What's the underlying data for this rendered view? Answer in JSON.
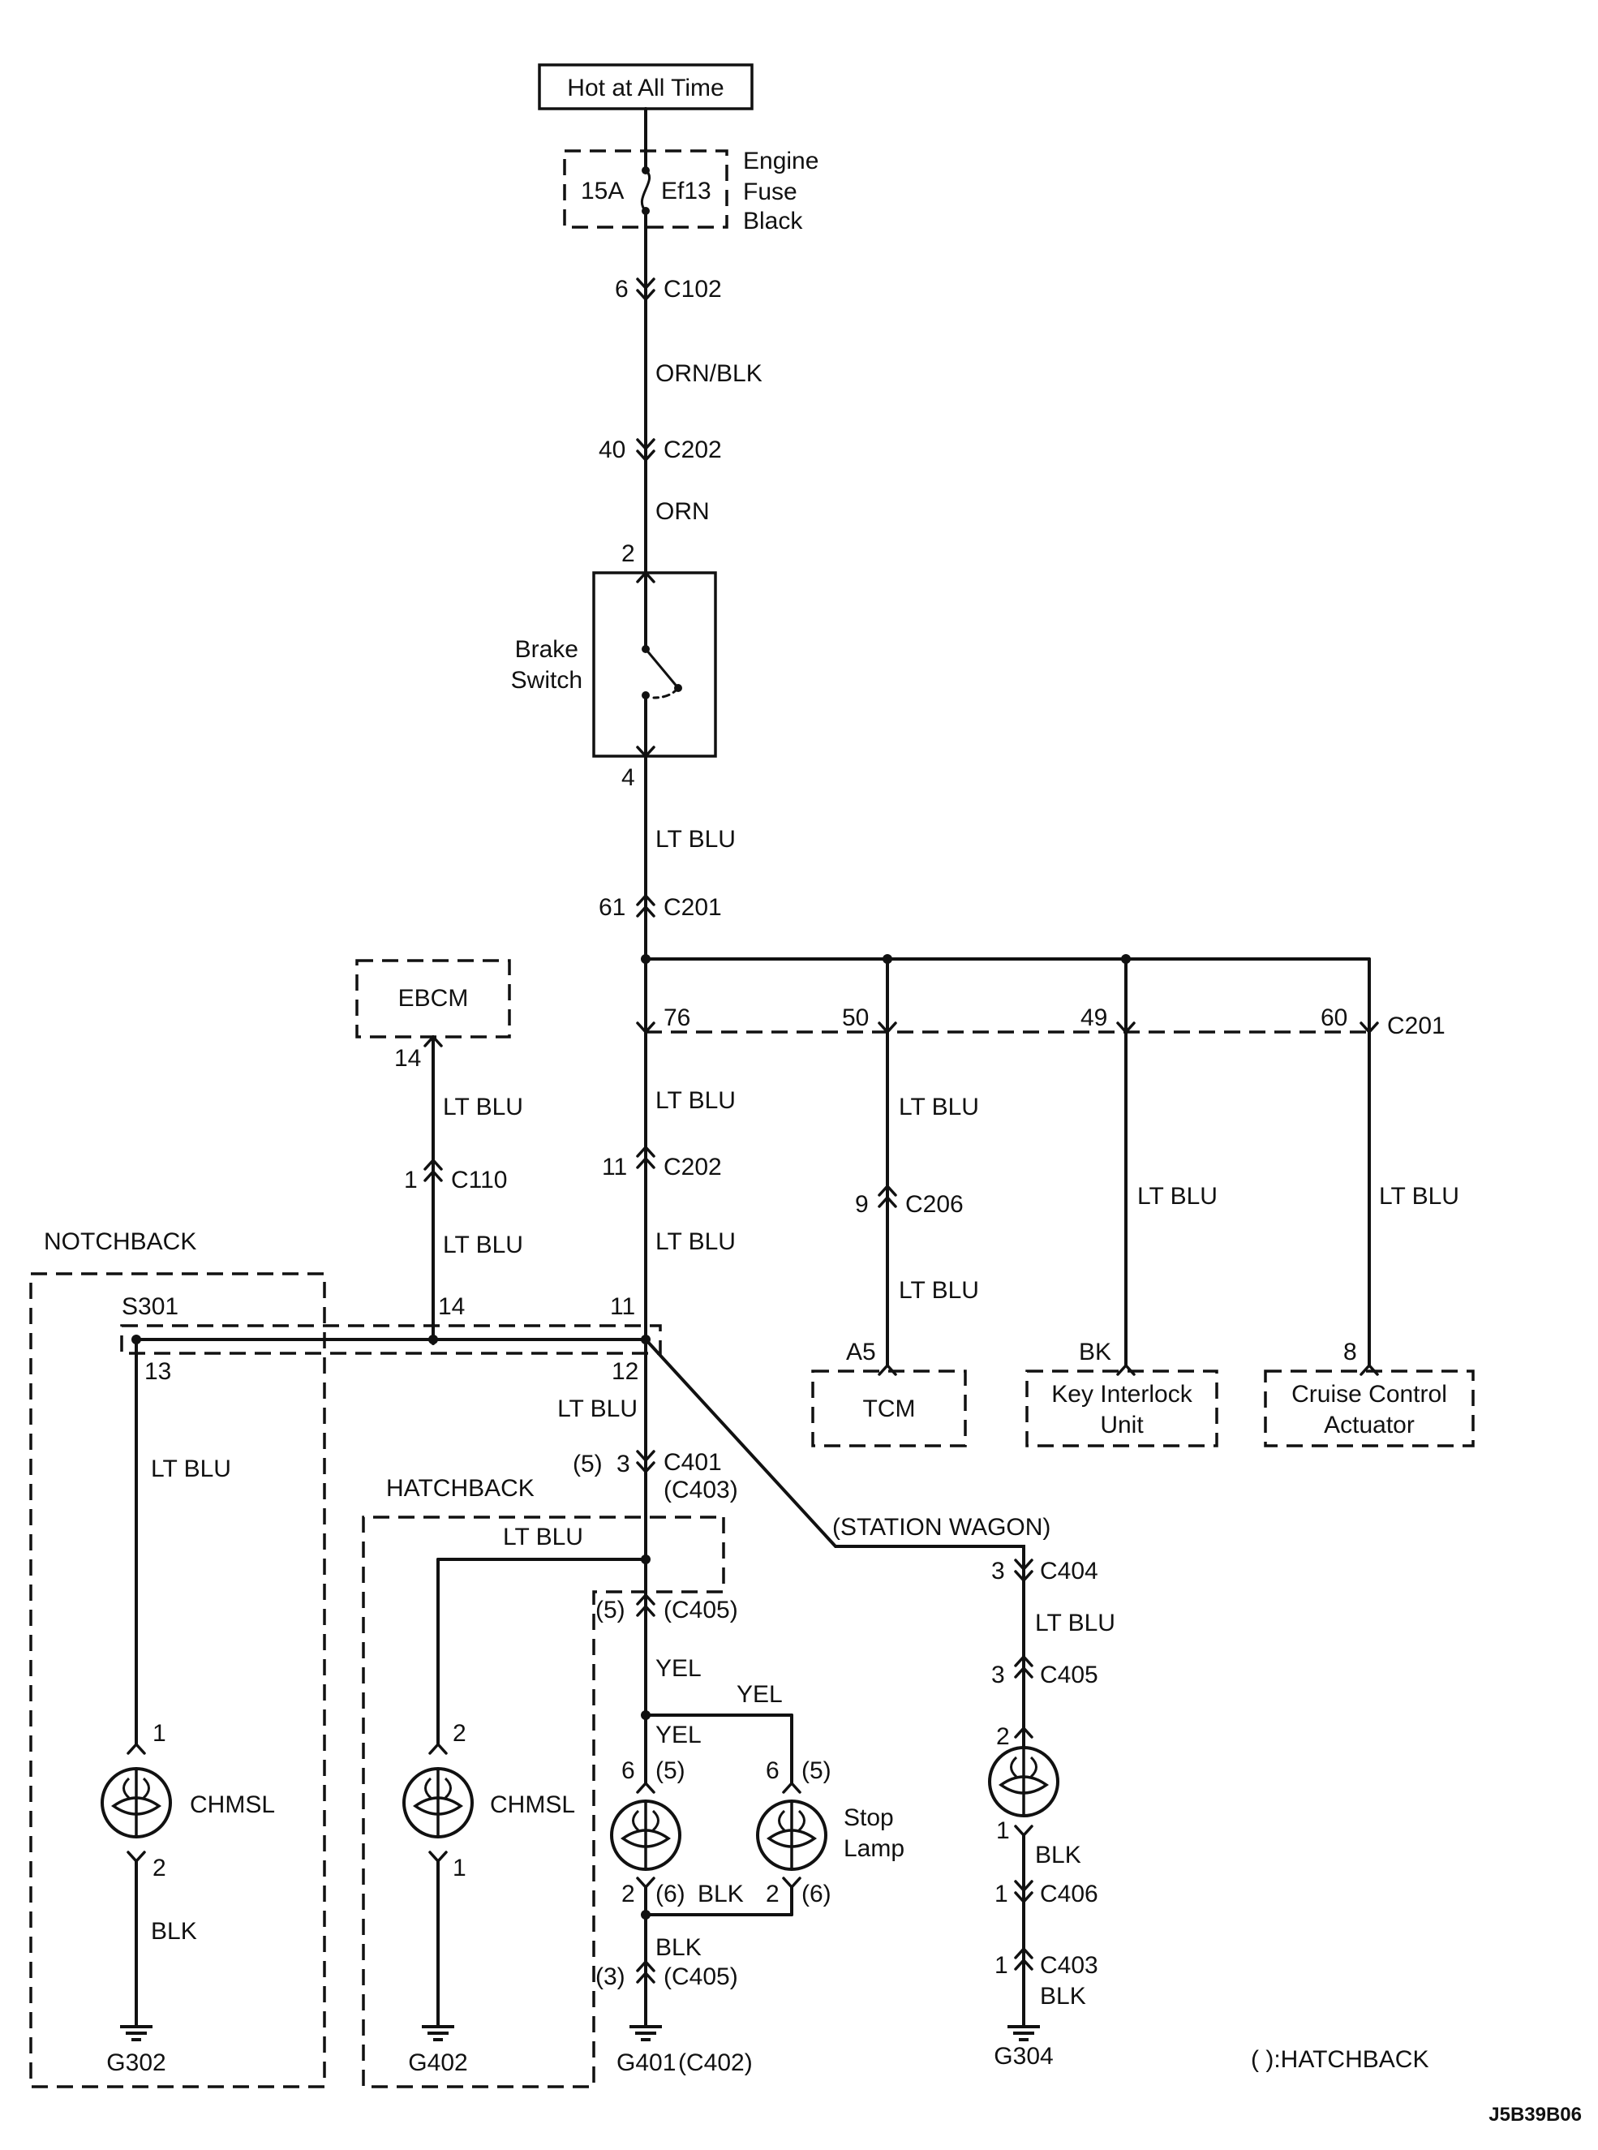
{
  "supply": {
    "label": "Hot at All Time"
  },
  "fuse": {
    "rating": "15A",
    "name": "Ef13",
    "block_label": [
      "Engine",
      "Fuse",
      "Black"
    ]
  },
  "brake_switch": {
    "label": [
      "Brake",
      "Switch"
    ],
    "pin_in": "2",
    "pin_out": "4"
  },
  "main_feed": [
    {
      "pin": "6",
      "connector": "C102"
    },
    {
      "wire": "ORN/BLK"
    },
    {
      "pin": "40",
      "connector": "C202"
    },
    {
      "wire": "ORN"
    },
    {
      "wire": "LT BLU"
    },
    {
      "pin": "61",
      "connector": "C201"
    }
  ],
  "branch_c201": {
    "connector": "C201",
    "pins": [
      "76",
      "50",
      "49",
      "60"
    ]
  },
  "ebcm": {
    "label": "EBCM",
    "pin": "14",
    "wire1": "LT BLU",
    "c110_pin": "1",
    "c110": "C110",
    "wire2": "LT BLU"
  },
  "center": {
    "wire1": "LT BLU",
    "c202_pin": "11",
    "c202": "C202",
    "wire2": "LT BLU"
  },
  "tcm_branch": {
    "wire1": "LT BLU",
    "c206_pin": "9",
    "c206": "C206",
    "wire2": "LT BLU",
    "pin": "A5",
    "label": "TCM"
  },
  "key_interlock": {
    "wire": "LT BLU",
    "pin": "BK",
    "label": [
      "Key Interlock",
      "Unit"
    ]
  },
  "cruise": {
    "wire": "LT BLU",
    "pin": "8",
    "label": [
      "Cruise Control",
      "Actuator"
    ]
  },
  "splice": {
    "name": "S301",
    "pins": [
      "14",
      "11",
      "13",
      "12"
    ]
  },
  "notchback": {
    "header": "NOTCHBACK",
    "wire_top": "LT BLU",
    "pin_top": "1",
    "lamp": "CHMSL",
    "pin_bottom": "2",
    "wire_bottom": "BLK",
    "ground": "G302"
  },
  "rear": {
    "wire": "LT BLU",
    "c401_pin_alt": "(5)",
    "c401_pin": "3",
    "c401": "C401",
    "c403_alt": "(C403)",
    "c405_pin_alt": "(5)",
    "c405_alt": "(C405)",
    "wire_yel": "YEL"
  },
  "hatchback": {
    "header": "HATCHBACK",
    "wire": "LT BLU",
    "pin_top": "2",
    "lamp": "CHMSL",
    "pin_bottom": "1",
    "ground": "G402"
  },
  "stop_lamps": {
    "wire_yel": "YEL",
    "wire_yel2": "YEL",
    "left_top_pin": "6",
    "left_top_alt": "(5)",
    "right_top_pin": "6",
    "right_top_alt": "(5)",
    "label": [
      "Stop",
      "Lamp"
    ],
    "left_bot_pin": "2",
    "left_bot_alt": "(6)",
    "wire_blk": "BLK",
    "right_bot_pin": "2",
    "right_bot_alt": "(6)",
    "wire_blk2": "BLK",
    "c405_pin_alt": "(3)",
    "c405_alt": "(C405)",
    "ground": "G401",
    "ground_alt": "(C402)"
  },
  "wagon": {
    "header": "(STATION WAGON)",
    "c404_pin": "3",
    "c404": "C404",
    "wire1": "LT BLU",
    "c405_pin": "3",
    "c405": "C405",
    "lamp_pin_top": "2",
    "lamp_pin_bottom": "1",
    "wire2": "BLK",
    "c406_pin": "1",
    "c406": "C406",
    "c403_pin": "1",
    "c403": "C403",
    "wire3": "BLK",
    "ground": "G304"
  },
  "legend": {
    "text": "( ):HATCHBACK"
  },
  "figure_id": "J5B39B06"
}
